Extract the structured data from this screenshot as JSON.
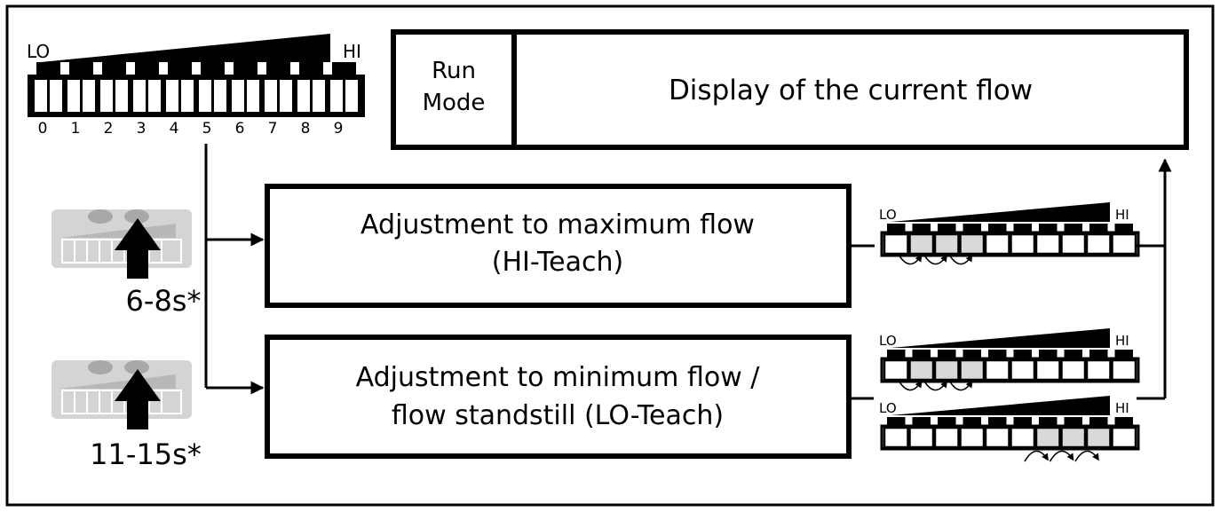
{
  "colors": {
    "ink": "#000000",
    "background": "#ffffff",
    "led_lit": "#d9d9d9",
    "device": "#d4d4d4"
  },
  "top_bar": {
    "lo": "LO",
    "hi": "HI",
    "scale": [
      "0",
      "1",
      "2",
      "3",
      "4",
      "5",
      "6",
      "7",
      "8",
      "9"
    ]
  },
  "run_mode": {
    "label_line1": "Run",
    "label_line2": "Mode",
    "description": "Display of the current flow"
  },
  "hi_teach": {
    "press_time": "6-8s*",
    "title_line1": "Adjustment to maximum flow",
    "title_line2": "(HI-Teach)",
    "indicator": {
      "lo": "LO",
      "hi": "HI",
      "lit": [
        1,
        2,
        3
      ]
    }
  },
  "lo_teach": {
    "press_time": "11-15s*",
    "title_line1": "Adjustment to minimum flow /",
    "title_line2": "flow standstill (LO-Teach)",
    "indicator_a": {
      "lo": "LO",
      "hi": "HI",
      "lit": [
        1,
        2,
        3
      ]
    },
    "indicator_b": {
      "lo": "LO",
      "hi": "HI",
      "lit": [
        6,
        7,
        8
      ]
    }
  },
  "icons": [
    "button-press-device-icon",
    "arrow-up-icon",
    "arrow-right-icon",
    "arrow-left-right-chase-icon"
  ]
}
